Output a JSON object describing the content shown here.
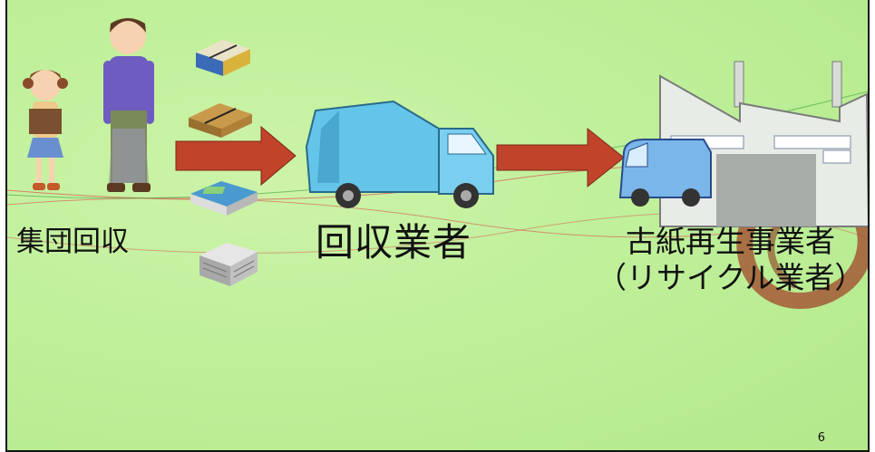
{
  "labels": {
    "group_collection": "集団回収",
    "collector": "回収業者",
    "recycler_line1": "古紙再生事業者",
    "recycler_line2": "（リサイクル業者）"
  },
  "page_number": "6",
  "colors": {
    "background": "#bff09a",
    "arrow": "#c0432a",
    "truck": "#64c4ea",
    "factory": "#e8ece6",
    "brush_stroke": "#a2462a"
  },
  "icons": [
    "child-icon",
    "father-icon",
    "newspaper-bundle-icon",
    "cardboard-bundle-icon",
    "garbage-truck-icon",
    "delivery-van-icon",
    "factory-icon"
  ]
}
